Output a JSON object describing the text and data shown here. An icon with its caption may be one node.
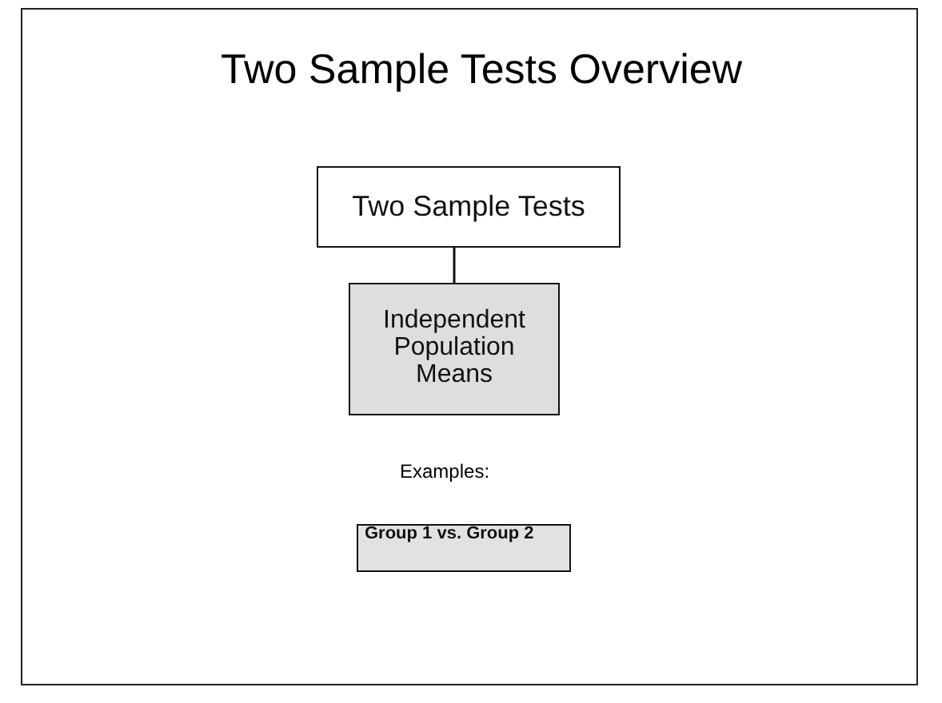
{
  "diagram": {
    "title": "Two Sample Tests Overview",
    "nodes": [
      {
        "text": [
          "Two Sample Tests"
        ]
      },
      {
        "text": [
          "Independent Population Means"
        ]
      },
      {
        "text": [
          "Group 1 vs. Group 2"
        ]
      }
    ],
    "edges": [
      {
        "from": 0,
        "to": 1,
        "arrow": "none"
      }
    ],
    "labels": [
      "Examples:"
    ]
  }
}
